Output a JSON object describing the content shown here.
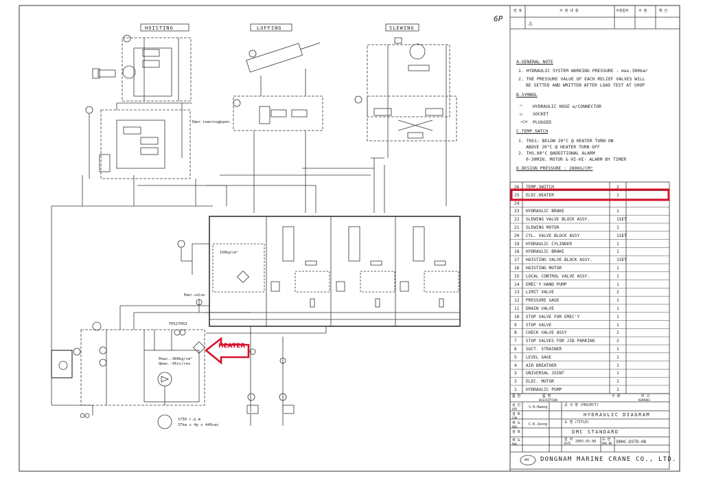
{
  "sections": {
    "hoisting": "HOISTING",
    "luffing": "LUFFING",
    "slewing": "SLEWING"
  },
  "page_mark": "6P",
  "general_note": {
    "heading": "A.GENERAL NOTE",
    "line1": "1. HYDRAULIC SYSTEM WORKING PRESSURE : max.300bar",
    "line2a": "2. THE PRESSURE VALUE OF EACH RELIEF VALVES WILL",
    "line2b": "BE SETTED AND WRITTEN AFTER LOAD TEST AT SHOP"
  },
  "symbol": {
    "heading": "B.SYMBOL",
    "hose": "HYDRAULIC HOSE w/CONNECTOR",
    "socket": "SOCKET",
    "plugged": "PLUGGED"
  },
  "temp_switch": {
    "heading": "C.TEMP.SWTCH",
    "line1a": "1. THS1: BELOW 20°C @ HEATER TURN ON",
    "line1b": "ABOVE 20°C @ HEATER TURN OFF",
    "line2a": "2. THS.80°C @ADDITIONAL ALARM",
    "line2b": "0-30MIN. MOTOR & HI-HI- ALARM BY TIMER"
  },
  "design_pressure": "D.DESIGN PRESSURE : 280KG/CM²",
  "highlight_color": "#d8102a",
  "heater_callout": "HEATER",
  "parts": [
    {
      "no": "26",
      "desc": "TEMP.SWITCH",
      "qty": "2"
    },
    {
      "no": "25",
      "desc": "ELEC.HEATER",
      "qty": "1"
    },
    {
      "no": "24",
      "desc": "",
      "qty": ""
    },
    {
      "no": "23",
      "desc": "HYDRAULIC BRAKE",
      "qty": "1"
    },
    {
      "no": "22",
      "desc": "SLEWING VALVE BLOCK ASSY.",
      "qty": "1SET"
    },
    {
      "no": "21",
      "desc": "SLEWING MOTOR",
      "qty": "1"
    },
    {
      "no": "20",
      "desc": "CYL. VALVE BLOCK ASSY",
      "qty": "1SET"
    },
    {
      "no": "19",
      "desc": "HYDRAULIC CYLINDER",
      "qty": "1"
    },
    {
      "no": "18",
      "desc": "HYDRAULIC BRAKE",
      "qty": "1"
    },
    {
      "no": "17",
      "desc": "HOISTING VALVE BLOCK ASSY.",
      "qty": "1SET"
    },
    {
      "no": "16",
      "desc": "HOISTING MOTOR",
      "qty": "1"
    },
    {
      "no": "15",
      "desc": "LOCAL CONTROL VALVE ASSY.",
      "qty": "1"
    },
    {
      "no": "14",
      "desc": "EMEC'Y HAND PUMP",
      "qty": "1"
    },
    {
      "no": "13",
      "desc": "LIMIT VALVE",
      "qty": "2"
    },
    {
      "no": "12",
      "desc": "PRESSURE GAGE",
      "qty": "1"
    },
    {
      "no": "11",
      "desc": "DRAIN VALVE",
      "qty": "1"
    },
    {
      "no": "10",
      "desc": "STOP VALVE FOR EMEC'Y",
      "qty": "1"
    },
    {
      "no": "9",
      "desc": "STOP VALVE",
      "qty": "1"
    },
    {
      "no": "8",
      "desc": "CHECK VALVE ASSY",
      "qty": "2"
    },
    {
      "no": "7",
      "desc": "STOP VALVES FOR JIB PARKING",
      "qty": "2"
    },
    {
      "no": "6",
      "desc": "SUCT. STRAINER",
      "qty": "1"
    },
    {
      "no": "5",
      "desc": "LEVEL GAGE",
      "qty": "1"
    },
    {
      "no": "4",
      "desc": "AIR BREATHER",
      "qty": "1"
    },
    {
      "no": "3",
      "desc": "UNIVERSAL JOINT",
      "qty": "1"
    },
    {
      "no": "2",
      "desc": "ELEC. MOTOR",
      "qty": "1"
    },
    {
      "no": "1",
      "desc": "HYDRAULIC PUMP",
      "qty": "1"
    }
  ],
  "parts_header": {
    "no": "품 번",
    "desc": "품 명",
    "desc_en": "DESCRIPTION",
    "qty": "수 량",
    "remarks_ko": "비 고",
    "remarks": "REMARKS"
  },
  "title_block": {
    "project_label": "공 사 명 (PROJECT)",
    "project": "HYDRAULIC DIAGRAM",
    "title_label": "도 명 (TITLE)",
    "title": "DMC STANDARD",
    "app_name": "S.H.Hwang",
    "dwg_name": "C.K.Jeong",
    "date": "2003.03.08",
    "dwg_no": "DHHC-DSTD-HD",
    "company": "DONGNAM MARINE CRANE CO., LTD.",
    "app_label": "승 인",
    "app_en": "APP",
    "chk_label": "검 토",
    "chk_en": "CHK",
    "dwg_label": "제 도",
    "dwg_en": "DWG",
    "date_label": "일 자",
    "date_en": "DATE",
    "dwgno_label": "도 번",
    "dwgno_en": "DWG.NO"
  },
  "revision_header": {
    "mark": "번 호",
    "desc": "수 정 내 용",
    "date": "수정일자",
    "by": "수 정",
    "chk": "확 인"
  },
  "motor_spec": {
    "line1": "1750 r.p.m",
    "line2": "37kw x 4p x 440vac"
  },
  "pump_spec": {
    "line1": "Pmax.:300kg/cm²",
    "line2": "Qmax.:45cc/rev"
  },
  "labels": {
    "ths": "THS1THS3",
    "emer_lowering": "Emer.lowering@open.",
    "emer_valve": "Emer.valve",
    "relief": "150kg/cm²"
  }
}
